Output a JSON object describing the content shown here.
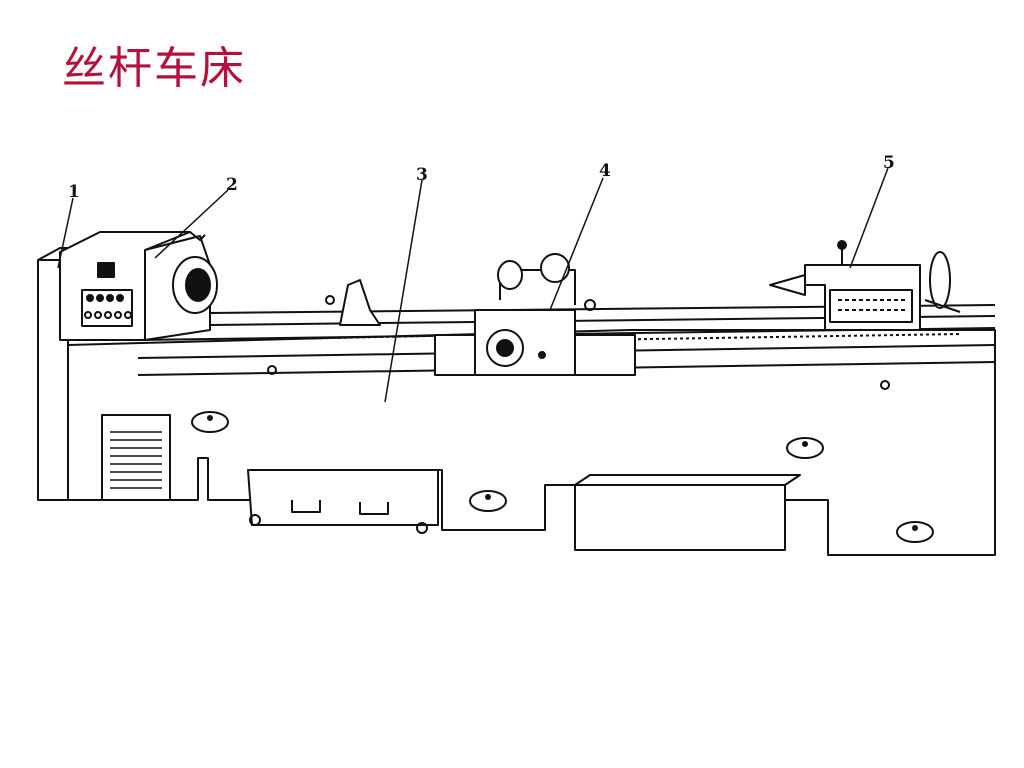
{
  "slide": {
    "title": "丝杆车床",
    "title_color": "#b5103c"
  },
  "diagram": {
    "callouts": [
      "1",
      "2",
      "3",
      "4",
      "5"
    ]
  }
}
